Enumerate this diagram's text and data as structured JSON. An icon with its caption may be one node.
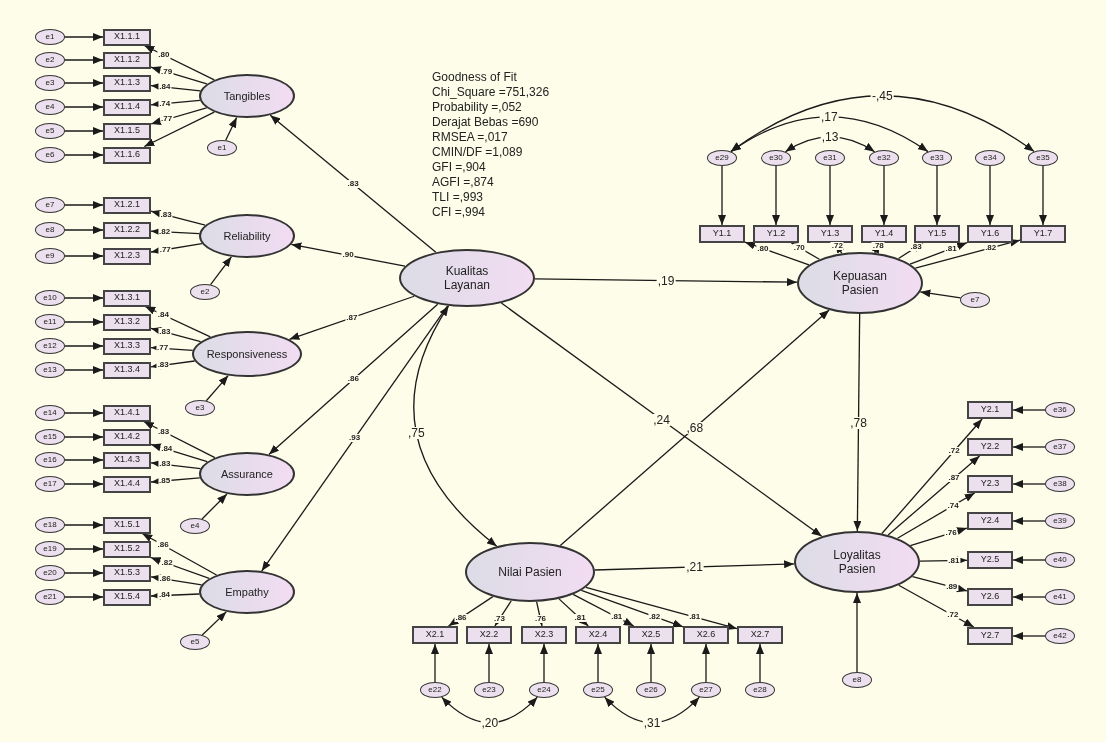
{
  "diagram": {
    "nodes": [
      {
        "text": [
          "Tangibles"
        ]
      },
      {
        "text": [
          "Reliability"
        ]
      },
      {
        "text": [
          "Responsiveness"
        ]
      },
      {
        "text": [
          "Assurance"
        ]
      },
      {
        "text": [
          "Empathy"
        ]
      },
      {
        "text": [
          "Kualitas Layanan"
        ]
      },
      {
        "text": [
          "Kepuasan Pasien"
        ]
      },
      {
        "text": [
          "Nilai Pasien"
        ]
      },
      {
        "text": [
          "Loyalitas Pasien"
        ]
      },
      {
        "text": [
          "X1.1.1"
        ]
      },
      {
        "text": [
          "X1.1.2"
        ]
      },
      {
        "text": [
          "X1.1.3"
        ]
      },
      {
        "text": [
          "X1.1.4"
        ]
      },
      {
        "text": [
          "X1.1.5"
        ]
      },
      {
        "text": [
          "X1.1.6"
        ]
      },
      {
        "text": [
          "X1.2.1"
        ]
      },
      {
        "text": [
          "X1.2.2"
        ]
      },
      {
        "text": [
          "X1.2.3"
        ]
      },
      {
        "text": [
          "X1.3.1"
        ]
      },
      {
        "text": [
          "X1.3.2"
        ]
      },
      {
        "text": [
          "X1.3.3"
        ]
      },
      {
        "text": [
          "X1.3.4"
        ]
      },
      {
        "text": [
          "X1.4.1"
        ]
      },
      {
        "text": [
          "X1.4.2"
        ]
      },
      {
        "text": [
          "X1.4.3"
        ]
      },
      {
        "text": [
          "X1.4.4"
        ]
      },
      {
        "text": [
          "X1.5.1"
        ]
      },
      {
        "text": [
          "X1.5.2"
        ]
      },
      {
        "text": [
          "X1.5.3"
        ]
      },
      {
        "text": [
          "X1.5.4"
        ]
      },
      {
        "text": [
          "e1"
        ]
      },
      {
        "text": [
          "e2"
        ]
      },
      {
        "text": [
          "e3"
        ]
      },
      {
        "text": [
          "e4"
        ]
      },
      {
        "text": [
          "e5"
        ]
      },
      {
        "text": [
          "e6"
        ]
      },
      {
        "text": [
          "e7"
        ]
      },
      {
        "text": [
          "e8"
        ]
      },
      {
        "text": [
          "e9"
        ]
      },
      {
        "text": [
          "e10"
        ]
      },
      {
        "text": [
          "e11"
        ]
      },
      {
        "text": [
          "e12"
        ]
      },
      {
        "text": [
          "e13"
        ]
      },
      {
        "text": [
          "e14"
        ]
      },
      {
        "text": [
          "e15"
        ]
      },
      {
        "text": [
          "e16"
        ]
      },
      {
        "text": [
          "e17"
        ]
      },
      {
        "text": [
          "e18"
        ]
      },
      {
        "text": [
          "e19"
        ]
      },
      {
        "text": [
          "e20"
        ]
      },
      {
        "text": [
          "e21"
        ]
      },
      {
        "text": [
          "e1"
        ]
      },
      {
        "text": [
          "e2"
        ]
      },
      {
        "text": [
          "e3"
        ]
      },
      {
        "text": [
          "e4"
        ]
      },
      {
        "text": [
          "e5"
        ]
      },
      {
        "text": [
          "Y1.1"
        ]
      },
      {
        "text": [
          "Y1.2"
        ]
      },
      {
        "text": [
          "Y1.3"
        ]
      },
      {
        "text": [
          "Y1.4"
        ]
      },
      {
        "text": [
          "Y1.5"
        ]
      },
      {
        "text": [
          "Y1.6"
        ]
      },
      {
        "text": [
          "Y1.7"
        ]
      },
      {
        "text": [
          "e29"
        ]
      },
      {
        "text": [
          "e30"
        ]
      },
      {
        "text": [
          "e31"
        ]
      },
      {
        "text": [
          "e32"
        ]
      },
      {
        "text": [
          "e33"
        ]
      },
      {
        "text": [
          "e34"
        ]
      },
      {
        "text": [
          "e35"
        ]
      },
      {
        "text": [
          "e7"
        ]
      },
      {
        "text": [
          "X2.1"
        ]
      },
      {
        "text": [
          "X2.2"
        ]
      },
      {
        "text": [
          "X2.3"
        ]
      },
      {
        "text": [
          "X2.4"
        ]
      },
      {
        "text": [
          "X2.5"
        ]
      },
      {
        "text": [
          "X2.6"
        ]
      },
      {
        "text": [
          "X2.7"
        ]
      },
      {
        "text": [
          "e22"
        ]
      },
      {
        "text": [
          "e23"
        ]
      },
      {
        "text": [
          "e24"
        ]
      },
      {
        "text": [
          "e25"
        ]
      },
      {
        "text": [
          "e26"
        ]
      },
      {
        "text": [
          "e27"
        ]
      },
      {
        "text": [
          "e28"
        ]
      },
      {
        "text": [
          "Y2.1"
        ]
      },
      {
        "text": [
          "Y2.2"
        ]
      },
      {
        "text": [
          "Y2.3"
        ]
      },
      {
        "text": [
          "Y2.4"
        ]
      },
      {
        "text": [
          "Y2.5"
        ]
      },
      {
        "text": [
          "Y2.6"
        ]
      },
      {
        "text": [
          "Y2.7"
        ]
      },
      {
        "text": [
          "e36"
        ]
      },
      {
        "text": [
          "e37"
        ]
      },
      {
        "text": [
          "e38"
        ]
      },
      {
        "text": [
          "e39"
        ]
      },
      {
        "text": [
          "e40"
        ]
      },
      {
        "text": [
          "e41"
        ]
      },
      {
        "text": [
          "e42"
        ]
      },
      {
        "text": [
          "e8"
        ]
      }
    ],
    "edges": [
      {
        "from": 5,
        "to": 0,
        "arrow": "to",
        "label": ".83"
      },
      {
        "from": 5,
        "to": 1,
        "arrow": "to",
        "label": ".90"
      },
      {
        "from": 5,
        "to": 2,
        "arrow": "to",
        "label": ".87"
      },
      {
        "from": 5,
        "to": 3,
        "arrow": "to",
        "label": ".86"
      },
      {
        "from": 5,
        "to": 4,
        "arrow": "to",
        "label": ".93"
      },
      {
        "from": 0,
        "to": 9,
        "arrow": "to",
        "label": ".80"
      },
      {
        "from": 0,
        "to": 10,
        "arrow": "to",
        "label": ".79"
      },
      {
        "from": 0,
        "to": 11,
        "arrow": "to",
        "label": ".84"
      },
      {
        "from": 0,
        "to": 12,
        "arrow": "to",
        "label": ".74"
      },
      {
        "from": 0,
        "to": 13,
        "arrow": "to",
        "label": ".77"
      },
      {
        "from": 0,
        "to": 14,
        "arrow": "to"
      },
      {
        "from": 1,
        "to": 15,
        "arrow": "to",
        "label": ".83"
      },
      {
        "from": 1,
        "to": 16,
        "arrow": "to",
        "label": ".82"
      },
      {
        "from": 1,
        "to": 17,
        "arrow": "to",
        "label": ".77"
      },
      {
        "from": 2,
        "to": 18,
        "arrow": "to",
        "label": ".84"
      },
      {
        "from": 2,
        "to": 19,
        "arrow": "to",
        "label": ".83"
      },
      {
        "from": 2,
        "to": 20,
        "arrow": "to",
        "label": ".77"
      },
      {
        "from": 2,
        "to": 21,
        "arrow": "to",
        "label": ".83"
      },
      {
        "from": 3,
        "to": 22,
        "arrow": "to",
        "label": ".83"
      },
      {
        "from": 3,
        "to": 23,
        "arrow": "to",
        "label": ".84"
      },
      {
        "from": 3,
        "to": 24,
        "arrow": "to",
        "label": ".83"
      },
      {
        "from": 3,
        "to": 25,
        "arrow": "to",
        "label": ".85"
      },
      {
        "from": 4,
        "to": 26,
        "arrow": "to",
        "label": ".86"
      },
      {
        "from": 4,
        "to": 27,
        "arrow": "to",
        "label": ".82"
      },
      {
        "from": 4,
        "to": 28,
        "arrow": "to",
        "label": ".86"
      },
      {
        "from": 4,
        "to": 29,
        "arrow": "to",
        "label": ".84"
      },
      {
        "from": 30,
        "to": 9,
        "arrow": "to"
      },
      {
        "from": 31,
        "to": 10,
        "arrow": "to"
      },
      {
        "from": 32,
        "to": 11,
        "arrow": "to"
      },
      {
        "from": 33,
        "to": 12,
        "arrow": "to"
      },
      {
        "from": 34,
        "to": 13,
        "arrow": "to"
      },
      {
        "from": 35,
        "to": 14,
        "arrow": "to"
      },
      {
        "from": 36,
        "to": 15,
        "arrow": "to"
      },
      {
        "from": 37,
        "to": 16,
        "arrow": "to"
      },
      {
        "from": 38,
        "to": 17,
        "arrow": "to"
      },
      {
        "from": 39,
        "to": 18,
        "arrow": "to"
      },
      {
        "from": 40,
        "to": 19,
        "arrow": "to"
      },
      {
        "from": 41,
        "to": 20,
        "arrow": "to"
      },
      {
        "from": 42,
        "to": 21,
        "arrow": "to"
      },
      {
        "from": 43,
        "to": 22,
        "arrow": "to"
      },
      {
        "from": 44,
        "to": 23,
        "arrow": "to"
      },
      {
        "from": 45,
        "to": 24,
        "arrow": "to"
      },
      {
        "from": 46,
        "to": 25,
        "arrow": "to"
      },
      {
        "from": 47,
        "to": 26,
        "arrow": "to"
      },
      {
        "from": 48,
        "to": 27,
        "arrow": "to"
      },
      {
        "from": 49,
        "to": 28,
        "arrow": "to"
      },
      {
        "from": 50,
        "to": 29,
        "arrow": "to"
      },
      {
        "from": 51,
        "to": 0,
        "arrow": "to"
      },
      {
        "from": 52,
        "to": 1,
        "arrow": "to"
      },
      {
        "from": 53,
        "to": 2,
        "arrow": "to"
      },
      {
        "from": 54,
        "to": 3,
        "arrow": "to"
      },
      {
        "from": 55,
        "to": 4,
        "arrow": "to"
      },
      {
        "from": 5,
        "to": 6,
        "arrow": "to",
        "label": ",19"
      },
      {
        "from": 5,
        "to": 8,
        "arrow": "to",
        "label": ",24"
      },
      {
        "from": 5,
        "to": 7,
        "arrow": "both",
        "label": ",75"
      },
      {
        "from": 7,
        "to": 6,
        "arrow": "to",
        "label": ",68"
      },
      {
        "from": 7,
        "to": 8,
        "arrow": "to",
        "label": ",21"
      },
      {
        "from": 6,
        "to": 8,
        "arrow": "to",
        "label": ",78"
      },
      {
        "from": 6,
        "to": 56,
        "arrow": "to",
        "label": ".80"
      },
      {
        "from": 6,
        "to": 57,
        "arrow": "to",
        "label": ".70"
      },
      {
        "from": 6,
        "to": 58,
        "arrow": "to",
        "label": ".72"
      },
      {
        "from": 6,
        "to": 59,
        "arrow": "to",
        "label": ".78"
      },
      {
        "from": 6,
        "to": 60,
        "arrow": "to",
        "label": ".83"
      },
      {
        "from": 6,
        "to": 61,
        "arrow": "to",
        "label": ".81"
      },
      {
        "from": 6,
        "to": 62,
        "arrow": "to",
        "label": ".82"
      },
      {
        "from": 63,
        "to": 56,
        "arrow": "to"
      },
      {
        "from": 64,
        "to": 57,
        "arrow": "to"
      },
      {
        "from": 65,
        "to": 58,
        "arrow": "to"
      },
      {
        "from": 66,
        "to": 59,
        "arrow": "to"
      },
      {
        "from": 67,
        "to": 60,
        "arrow": "to"
      },
      {
        "from": 68,
        "to": 61,
        "arrow": "to"
      },
      {
        "from": 69,
        "to": 62,
        "arrow": "to"
      },
      {
        "from": 70,
        "to": 6,
        "arrow": "to"
      },
      {
        "from": 7,
        "to": 71,
        "arrow": "to",
        "label": ".86"
      },
      {
        "from": 7,
        "to": 72,
        "arrow": "to",
        "label": ".73"
      },
      {
        "from": 7,
        "to": 73,
        "arrow": "to",
        "label": ".76"
      },
      {
        "from": 7,
        "to": 74,
        "arrow": "to",
        "label": ".81"
      },
      {
        "from": 7,
        "to": 75,
        "arrow": "to",
        "label": ".81"
      },
      {
        "from": 7,
        "to": 76,
        "arrow": "to",
        "label": ".82"
      },
      {
        "from": 7,
        "to": 77,
        "arrow": "to",
        "label": ".81"
      },
      {
        "from": 78,
        "to": 71,
        "arrow": "to"
      },
      {
        "from": 79,
        "to": 72,
        "arrow": "to"
      },
      {
        "from": 80,
        "to": 73,
        "arrow": "to"
      },
      {
        "from": 81,
        "to": 74,
        "arrow": "to"
      },
      {
        "from": 82,
        "to": 75,
        "arrow": "to"
      },
      {
        "from": 83,
        "to": 76,
        "arrow": "to"
      },
      {
        "from": 84,
        "to": 77,
        "arrow": "to"
      },
      {
        "from": 8,
        "to": 85,
        "arrow": "to",
        "label": ".72"
      },
      {
        "from": 8,
        "to": 86,
        "arrow": "to",
        "label": ".87"
      },
      {
        "from": 8,
        "to": 87,
        "arrow": "to",
        "label": ".74"
      },
      {
        "from": 8,
        "to": 88,
        "arrow": "to",
        "label": ".76"
      },
      {
        "from": 8,
        "to": 89,
        "arrow": "to",
        "label": ".81"
      },
      {
        "from": 8,
        "to": 90,
        "arrow": "to",
        "label": ".89"
      },
      {
        "from": 8,
        "to": 91,
        "arrow": "to",
        "label": ".72"
      },
      {
        "from": 92,
        "to": 85,
        "arrow": "to"
      },
      {
        "from": 93,
        "to": 86,
        "arrow": "to"
      },
      {
        "from": 94,
        "to": 87,
        "arrow": "to"
      },
      {
        "from": 95,
        "to": 88,
        "arrow": "to"
      },
      {
        "from": 96,
        "to": 89,
        "arrow": "to"
      },
      {
        "from": 97,
        "to": 90,
        "arrow": "to"
      },
      {
        "from": 98,
        "to": 91,
        "arrow": "to"
      },
      {
        "from": 99,
        "to": 8,
        "arrow": "to"
      },
      {
        "from": 63,
        "to": 69,
        "arrow": "both",
        "label": "-,45"
      },
      {
        "from": 63,
        "to": 67,
        "arrow": "both",
        "label": ",17"
      },
      {
        "from": 64,
        "to": 66,
        "arrow": "both",
        "label": ",13"
      },
      {
        "from": 78,
        "to": 80,
        "arrow": "both",
        "label": ",20"
      },
      {
        "from": 81,
        "to": 83,
        "arrow": "both",
        "label": ",31"
      }
    ],
    "labels": [
      "Goodness of Fit",
      "Chi_Square =751,326",
      "Probability =,052",
      "Derajat Bebas =690",
      "RMSEA =,017",
      "CMIN/DF =1,089",
      "GFI =,904",
      "AGFI =,874",
      "TLI =,993",
      "CFI =,994"
    ]
  }
}
